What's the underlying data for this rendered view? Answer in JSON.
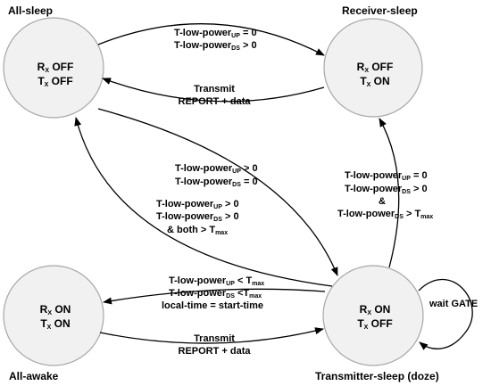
{
  "states": {
    "all_sleep": {
      "title": "All-sleep",
      "rx": "R",
      "rx_sub": "X",
      "rx_val": "OFF",
      "tx": "T",
      "tx_sub": "X",
      "tx_val": "OFF"
    },
    "receiver_sleep": {
      "title": "Receiver-sleep",
      "rx": "R",
      "rx_sub": "X",
      "rx_val": "OFF",
      "tx": "T",
      "tx_sub": "X",
      "tx_val": "ON"
    },
    "all_awake": {
      "title": "All-awake",
      "rx": "R",
      "rx_sub": "X",
      "rx_val": "ON",
      "tx": "T",
      "tx_sub": "X",
      "tx_val": "ON"
    },
    "transmitter_sleep": {
      "title": "Transmitter-sleep (doze)",
      "rx": "R",
      "rx_sub": "X",
      "rx_val": "ON",
      "tx": "T",
      "tx_sub": "X",
      "tx_val": "OFF"
    }
  },
  "transitions": {
    "as_to_rs": {
      "l1_pre": "T-low-power",
      "l1_sub": "UP",
      "l1_post": " = 0",
      "l2_pre": "T-low-power",
      "l2_sub": "DS",
      "l2_post": " > 0"
    },
    "rs_to_as": {
      "line1": "Transmit",
      "line2": "REPORT + data"
    },
    "as_to_ts": {
      "l1_pre": "T-low-power",
      "l1_sub": "UP",
      "l1_post": " > 0",
      "l2_pre": "T-low-power",
      "l2_sub": "DS",
      "l2_post": " = 0"
    },
    "ts_to_as": {
      "l1_pre": "T-low-power",
      "l1_sub": "UP",
      "l1_post": " > 0",
      "l2_pre": "T-low-power",
      "l2_sub": "DS",
      "l2_post": " > 0",
      "l3_pre": "& both > T",
      "l3_sub": "max"
    },
    "ts_to_rs": {
      "l1_pre": "T-low-power",
      "l1_sub": "UP",
      "l1_post": " = 0",
      "l2_pre": "T-low-power",
      "l2_sub": "DS",
      "l2_post": " > 0",
      "l3": "&",
      "l4_pre": "T-low-power",
      "l4_sub": "DS",
      "l4_post": " > T",
      "l4_sub2": "max"
    },
    "ts_to_aa": {
      "l1_pre": "T-low-power",
      "l1_sub": "UP",
      "l1_post": " < T",
      "l1_sub2": "max",
      "l2_pre": "T-low-power",
      "l2_sub": "DS",
      "l2_post": " <T",
      "l2_sub2": "max",
      "l3": "local-time = start-time"
    },
    "aa_to_ts": {
      "line1": "Transmit",
      "line2": "REPORT + data"
    },
    "ts_self": {
      "label": "wait GATE"
    }
  }
}
